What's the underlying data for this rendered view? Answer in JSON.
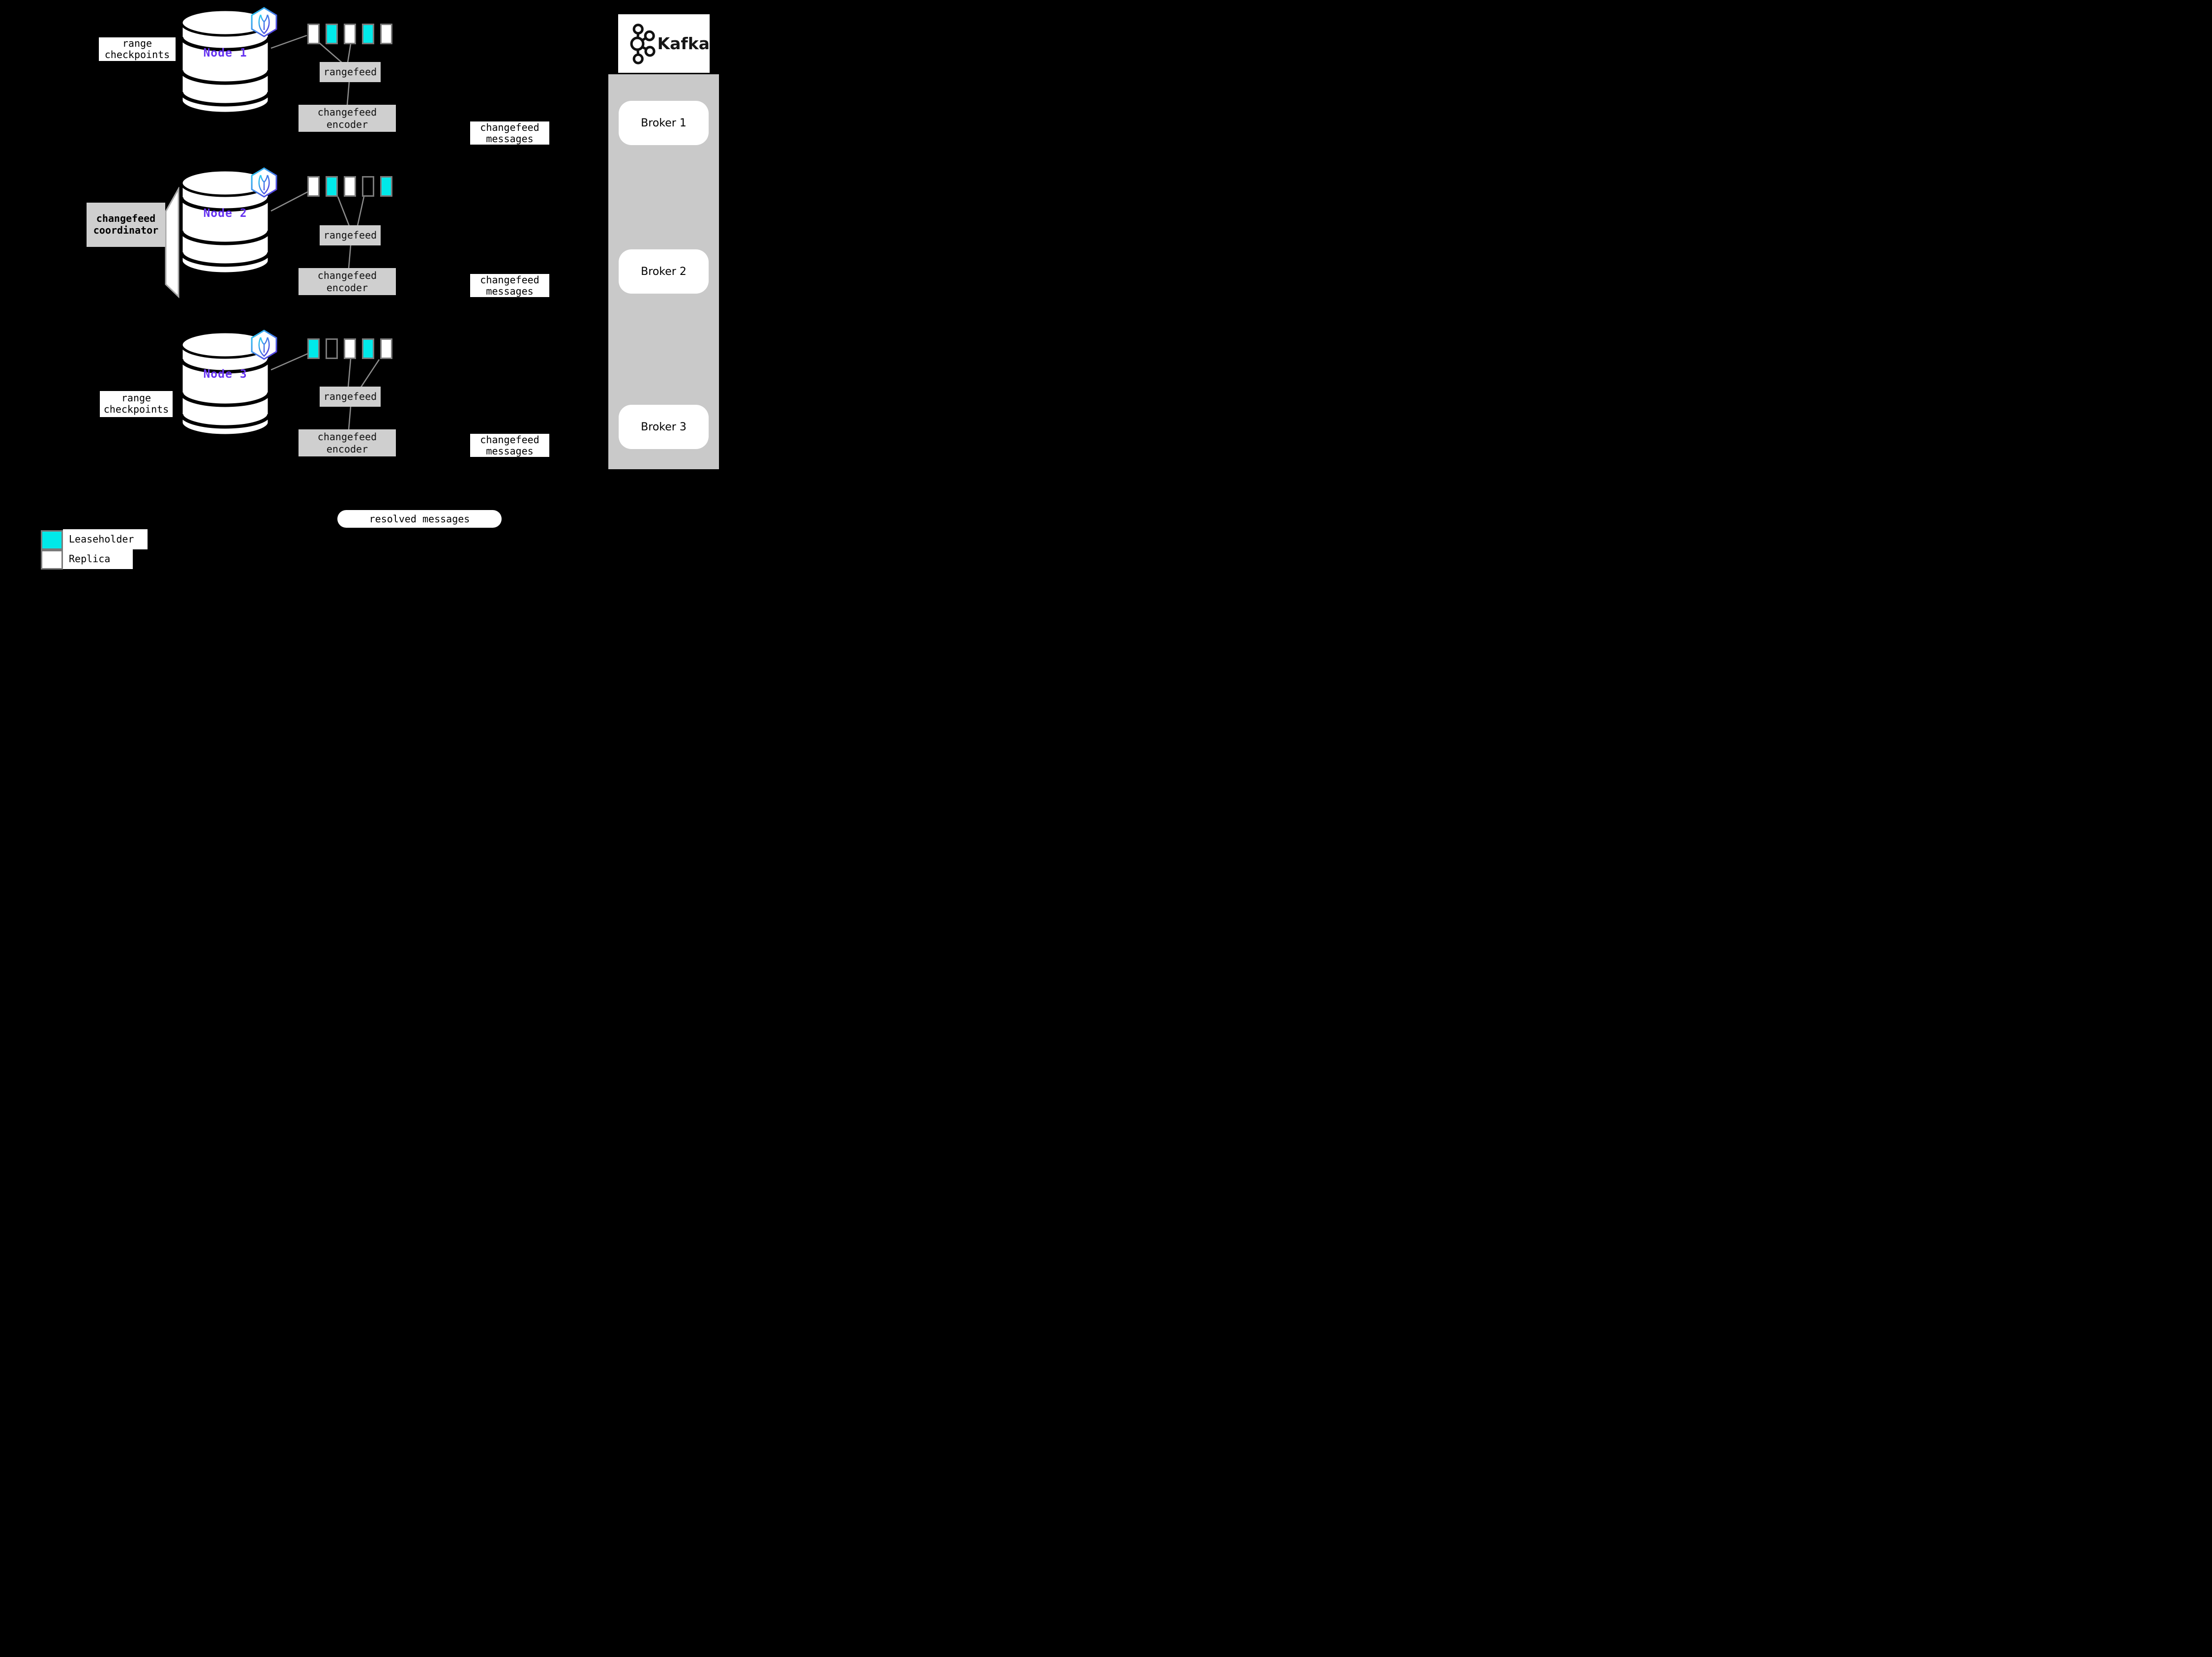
{
  "labels": {
    "range_checkpoints_line1": "range",
    "range_checkpoints_line2": "checkpoints",
    "coordinator_line1": "changefeed",
    "coordinator_line2": "coordinator",
    "resolved_messages": "resolved messages"
  },
  "nodes": [
    {
      "label": "Node 1",
      "rangefeed": "rangefeed",
      "encoder_line1": "changefeed",
      "encoder_line2": "encoder",
      "message_line1": "changefeed",
      "message_line2": "messages",
      "ranges": [
        "replica",
        "leaseholder",
        "replica",
        "leaseholder",
        "replica"
      ]
    },
    {
      "label": "Node 2",
      "rangefeed": "rangefeed",
      "encoder_line1": "changefeed",
      "encoder_line2": "encoder",
      "message_line1": "changefeed",
      "message_line2": "messages",
      "ranges": [
        "replica",
        "leaseholder",
        "replica",
        "empty",
        "leaseholder"
      ]
    },
    {
      "label": "Node 3",
      "rangefeed": "rangefeed",
      "encoder_line1": "changefeed",
      "encoder_line2": "encoder",
      "message_line1": "changefeed",
      "message_line2": "messages",
      "ranges": [
        "leaseholder",
        "empty",
        "replica",
        "leaseholder",
        "replica"
      ]
    }
  ],
  "kafka": {
    "brand": "Kafka",
    "brokers": [
      "Broker 1",
      "Broker 2",
      "Broker 3"
    ]
  },
  "legend": {
    "leaseholder_label": "Leaseholder",
    "replica_label": "Replica"
  },
  "colors": {
    "leaseholder": "#00e9e9",
    "replica": "#ffffff",
    "empty": "#000000",
    "node_label": "#6633f0",
    "box_gray": "#cfcfcf",
    "container_gray": "#c9c9c9"
  }
}
